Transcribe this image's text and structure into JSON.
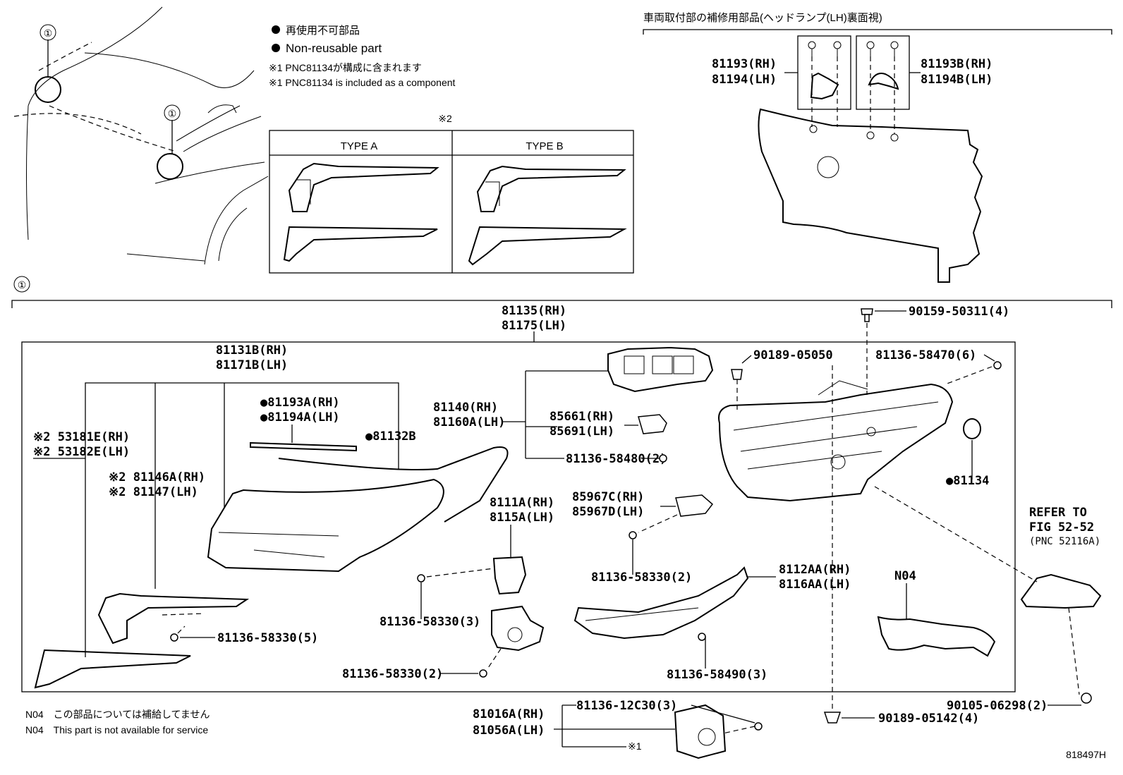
{
  "legend": {
    "ja": "再使用不可部品",
    "en": "Non-reusable part",
    "note1_ja": "※1 PNC81134が構成に含まれます",
    "note1_en": "※1 PNC81134 is included as a component"
  },
  "callout_mark": "①",
  "note2_mark": "※2",
  "note1_mark": "※1",
  "types": {
    "a": "TYPE A",
    "b": "TYPE B"
  },
  "inset_caption": "車両取付部の補修用部品(ヘッドランプ(LH)裏面視)",
  "parts": {
    "p81193_rh": "81193(RH)",
    "p81194_lh": "81194(LH)",
    "p81193b_rh": "81193B(RH)",
    "p81194b_lh": "81194B(LH)",
    "p81135_rh": "81135(RH)",
    "p81175_lh": "81175(LH)",
    "p90159": "90159-50311(4)",
    "p81131b_rh": "81131B(RH)",
    "p81171b_lh": "81171B(LH)",
    "p90189_05050": "90189-05050",
    "p81136_58470": "81136-58470(6)",
    "p81193a_rh": "●81193A(RH)",
    "p81194a_lh": "●81194A(LH)",
    "p53181e": "※2 53181E(RH)",
    "p53182e": "※2 53182E(LH)",
    "p81132b": "●81132B",
    "p81140_rh": "81140(RH)",
    "p81160a_lh": "81160A(LH)",
    "p85661_rh": "85661(RH)",
    "p85691_lh": "85691(LH)",
    "p81136_58480": "81136-58480(2)",
    "p81134": "●81134",
    "p81146a": "※2 81146A(RH)",
    "p81147": "※2 81147(LH)",
    "p8111a_rh": "8111A(RH)",
    "p8115a_lh": "8115A(LH)",
    "p85967c_rh": "85967C(RH)",
    "p85967d_lh": "85967D(LH)",
    "refer1": "REFER TO",
    "refer2": "FIG 52-52",
    "refer3": "(PNC 52116A)",
    "p81136_58330_2a": "81136-58330(2)",
    "p8112aa_rh": "8112AA(RH)",
    "p8116aa_lh": "8116AA(LH)",
    "n04": "N04",
    "p81136_58330_3": "81136-58330(3)",
    "p81136_58330_5": "81136-58330(5)",
    "p81136_58490": "81136-58490(3)",
    "p81136_58330_2b": "81136-58330(2)",
    "p90105": "90105-06298(2)",
    "p81136_12c30": "81136-12C30(3)",
    "p81016a_rh": "81016A(RH)",
    "p81056a_lh": "81056A(LH)",
    "p90189_05142": "90189-05142(4)"
  },
  "footer": {
    "n04_ja": "N04　この部品については補給してません",
    "n04_en": "N04　This part is not available for service",
    "diagram_id": "818497H"
  }
}
